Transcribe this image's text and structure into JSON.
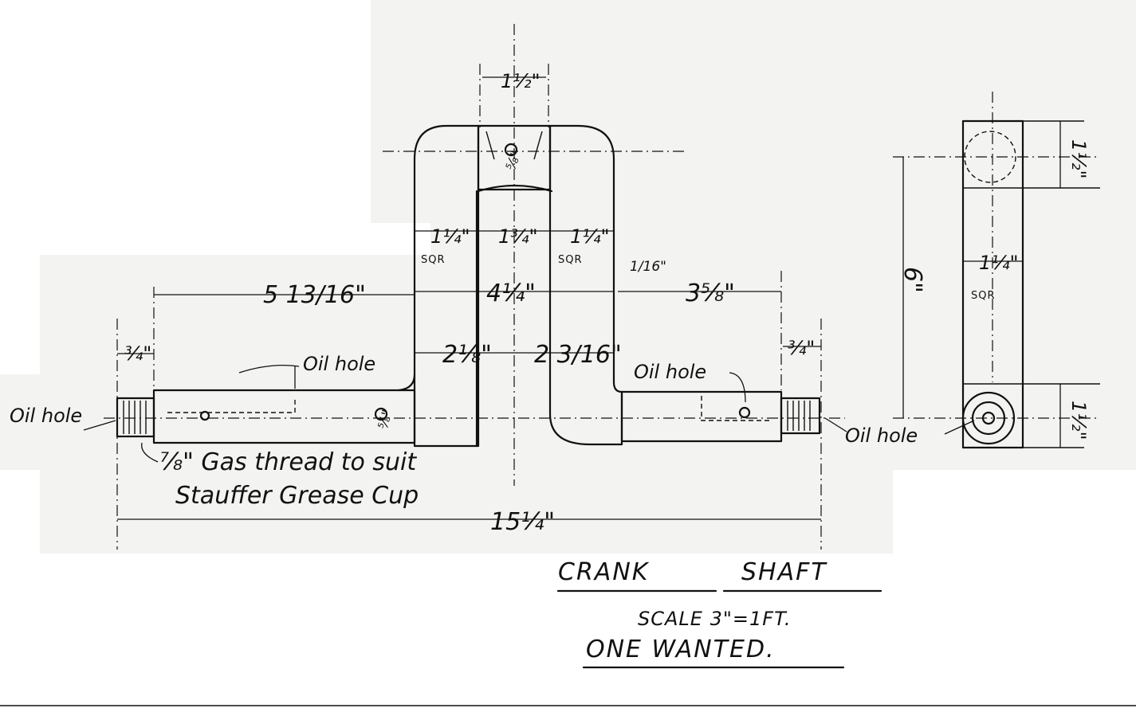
{
  "colors": {
    "paper": "#ffffff",
    "ink": "#111111",
    "scan_grey": "#f3f3f1"
  },
  "title": {
    "main": "CRANK",
    "main2": "SHAFT",
    "scale": "SCALE 3\"=1FT.",
    "quantity": "ONE WANTED."
  },
  "dims": {
    "web_top_width": "1½\"",
    "pin_hole": "⅝\"",
    "web_left": "1¼\"",
    "web_left_sqr": "SQR",
    "gap": "1¾\"",
    "web_right": "1¼\"",
    "web_right_sqr": "SQR",
    "small_gap": "1/16\"",
    "left_journal": "5 13/16\"",
    "center_span": "4¼\"",
    "right_journal": "3⅝\"",
    "left_thread": "¾\"",
    "right_thread": "¾\"",
    "half_left": "2⅛\"",
    "half_right": "2 3/16\"",
    "shaft_dia": "⅝\"",
    "overall": "15¼\"",
    "side_height": "6\"",
    "side_top": "1½\"",
    "side_width": "1¼\"",
    "side_sqr": "SQR",
    "side_bottom": "1½\""
  },
  "notes": {
    "oil_hole_left_end": "Oil hole",
    "oil_hole_left_top": "Oil hole",
    "oil_hole_right_top": "Oil hole",
    "oil_hole_right_end": "Oil hole",
    "gas_thread_1": "⅞\" Gas thread to suit",
    "gas_thread_2": "Stauffer Grease Cup"
  }
}
